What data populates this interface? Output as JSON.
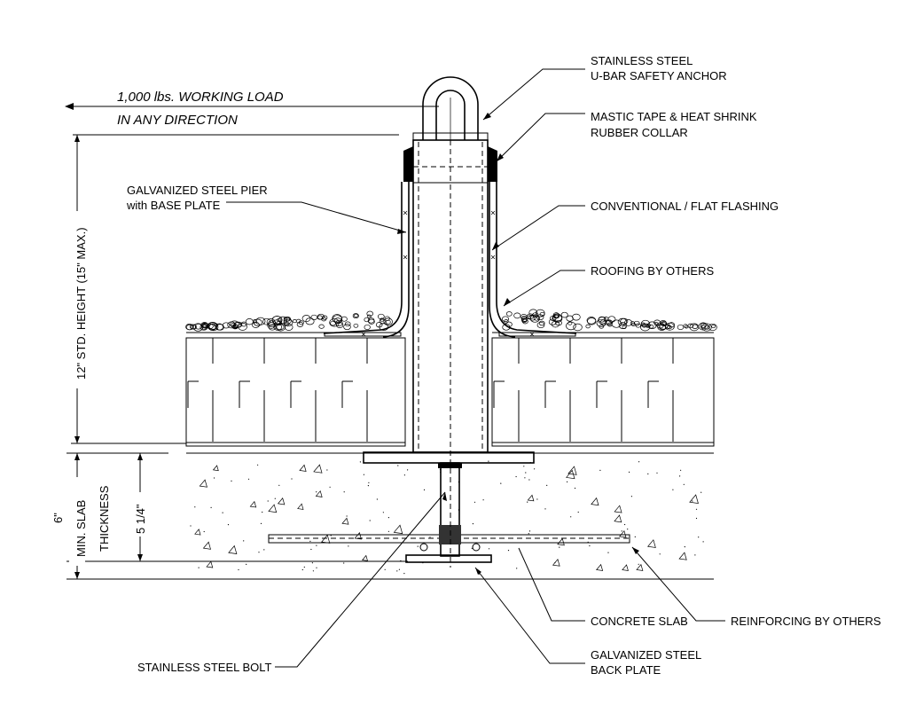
{
  "labels": {
    "load_line1": "1,000 lbs. WORKING LOAD",
    "load_line2": "IN ANY DIRECTION",
    "anchor_line1": "STAINLESS STEEL",
    "anchor_line2": "U-BAR SAFETY ANCHOR",
    "collar_line1": "MASTIC TAPE & HEAT SHRINK",
    "collar_line2": "RUBBER COLLAR",
    "pier_line1": "GALVANIZED STEEL PIER",
    "pier_line2": "with BASE PLATE",
    "flashing": "CONVENTIONAL / FLAT FLASHING",
    "roofing": "ROOFING BY OTHERS",
    "concrete": "CONCRETE SLAB",
    "reinforcing": "REINFORCING BY OTHERS",
    "backplate_line1": "GALVANIZED STEEL",
    "backplate_line2": "BACK PLATE",
    "bolt": "STAINLESS STEEL BOLT"
  },
  "dimensions": {
    "height": "12\" STD. HEIGHT (15\" MAX.)",
    "slab_value": "6\"",
    "slab_line1": "MIN. SLAB",
    "slab_line2": "THICKNESS",
    "embed": "5 1/4\""
  }
}
